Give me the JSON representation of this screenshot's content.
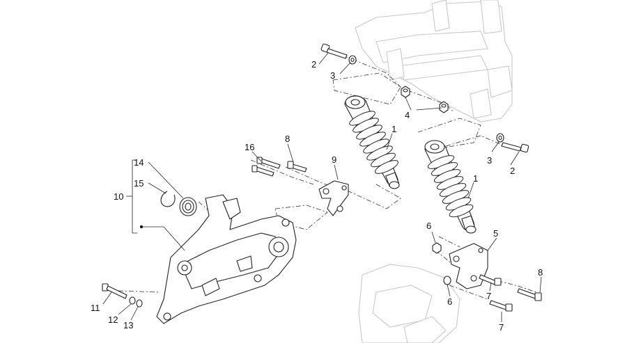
{
  "labels": {
    "l1a": "1",
    "l1b": "1",
    "l2a": "2",
    "l2b": "2",
    "l3a": "3",
    "l3b": "3",
    "l4": "4",
    "l5": "5",
    "l6a": "6",
    "l6b": "6",
    "l7a": "7",
    "l7b": "7",
    "l8a": "8",
    "l8b": "8",
    "l9": "9",
    "l10": "10",
    "l11": "11",
    "l12": "12",
    "l13": "13",
    "l14": "14",
    "l15": "15",
    "l16": "16"
  }
}
